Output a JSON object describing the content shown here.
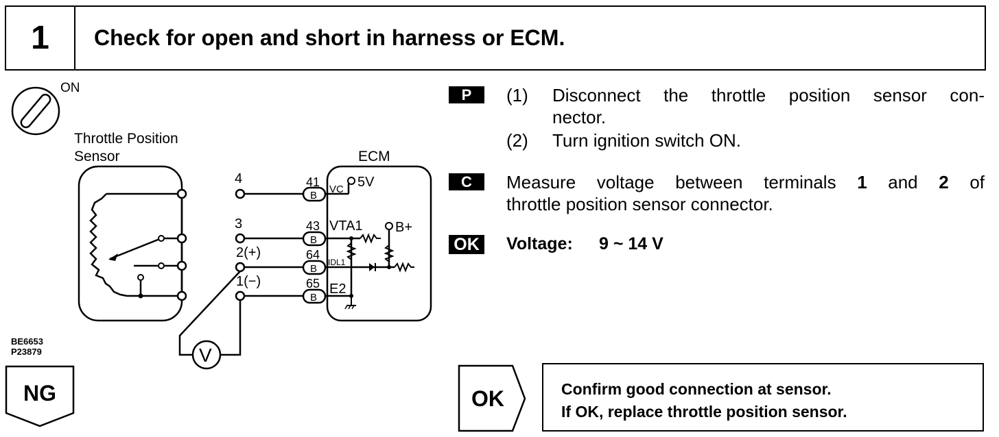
{
  "header": {
    "step_number": "1",
    "title": "Check for open and short in harness or ECM."
  },
  "diagram": {
    "ignition_label": "ON",
    "sensor_label_line1": "Throttle Position",
    "sensor_label_line2": "Sensor",
    "ecm_label": "ECM",
    "sensor_terminals": [
      "4",
      "3",
      "2(+)",
      "1(−)"
    ],
    "ecm_pins": [
      "41",
      "43",
      "64",
      "65"
    ],
    "connector_letter": "B",
    "ecm_signals": {
      "vc": "VC",
      "five_v": "5V",
      "vta1": "VTA1",
      "b_plus": "B+",
      "idl1": "IDL1",
      "e2": "E2"
    },
    "voltmeter": "V",
    "figure_codes": [
      "BE6653",
      "P23879"
    ]
  },
  "instructions": {
    "p_badge": "P",
    "c_badge": "C",
    "ok_badge": "OK",
    "step1_num": "(1)",
    "step1_line1": "Disconnect the throttle position sensor con-",
    "step1_line2": "nector.",
    "step2_num": "(2)",
    "step2_text": "Turn ignition switch ON.",
    "measure_pre": "Measure voltage between terminals ",
    "measure_t1": "1",
    "measure_and": " and ",
    "measure_t2": "2",
    "measure_post": " of",
    "measure_line2": "throttle position sensor connector.",
    "voltage_label": "Voltage:",
    "voltage_value": "9 ~ 14 V"
  },
  "results": {
    "ng_label": "NG",
    "ok_label": "OK",
    "ok_line1": "Confirm good connection at sensor.",
    "ok_line2": "If OK, replace throttle position sensor."
  }
}
